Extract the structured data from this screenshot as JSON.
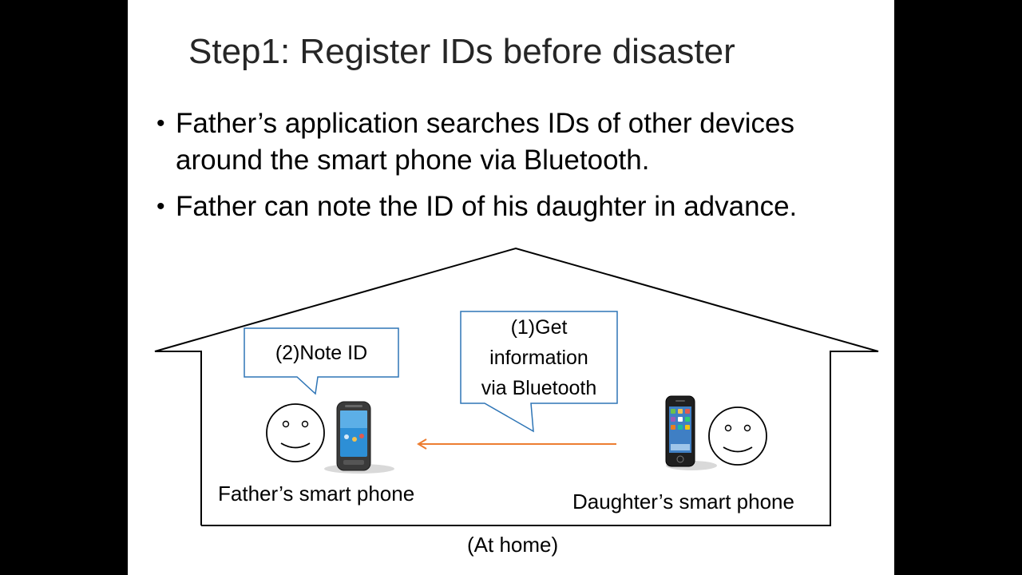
{
  "slide": {
    "title": "Step1: Register IDs before disaster",
    "bullets": [
      "Father’s application searches IDs of other devices around the smart phone via Bluetooth.",
      "Father can note the ID of his daughter in advance."
    ]
  },
  "diagram": {
    "callout_note": "(2)Note ID",
    "callout_get_lines": [
      "(1)Get",
      "information",
      "via Bluetooth"
    ],
    "father_label": "Father’s smart phone",
    "daughter_label": "Daughter’s smart phone",
    "location_label": "(At home)",
    "colors": {
      "callout_border": "#2e75b6",
      "arrow": "#ed7d31",
      "house_line": "#000000"
    }
  }
}
